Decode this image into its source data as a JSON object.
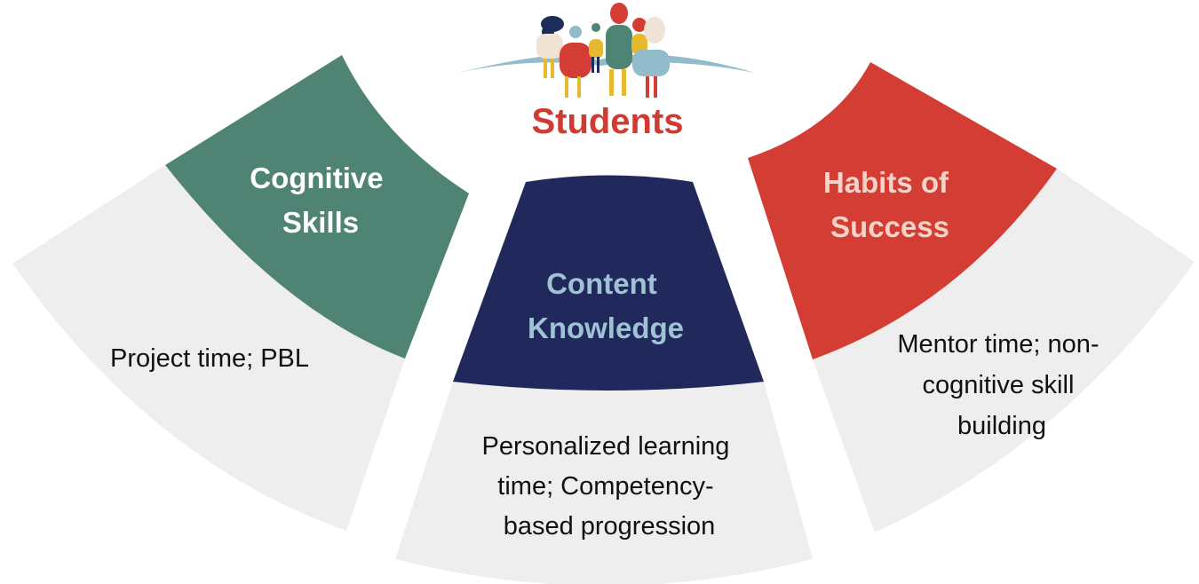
{
  "hub": {
    "title": "Students",
    "icon": "students-group-icon",
    "title_color": "#d03a31"
  },
  "segments": [
    {
      "id": "cognitive",
      "title_lines": [
        "Cognitive",
        "Skills"
      ],
      "description_lines": [
        "Project time; PBL"
      ],
      "fill": "#4f8374",
      "title_color": "#ffffff"
    },
    {
      "id": "content",
      "title_lines": [
        "Content",
        "Knowledge"
      ],
      "description_lines": [
        "Personalized learning",
        "time; Competency-",
        "based progression"
      ],
      "fill": "#21295c",
      "title_color": "#9fc3d4"
    },
    {
      "id": "habits",
      "title_lines": [
        "Habits of",
        "Success"
      ],
      "description_lines": [
        "Mentor time; non-",
        "cognitive skill",
        "building"
      ],
      "fill": "#d33d34",
      "title_color": "#f5d3c8"
    }
  ],
  "colors": {
    "outer_band": "#eeeeee",
    "background": "#ffffff"
  }
}
